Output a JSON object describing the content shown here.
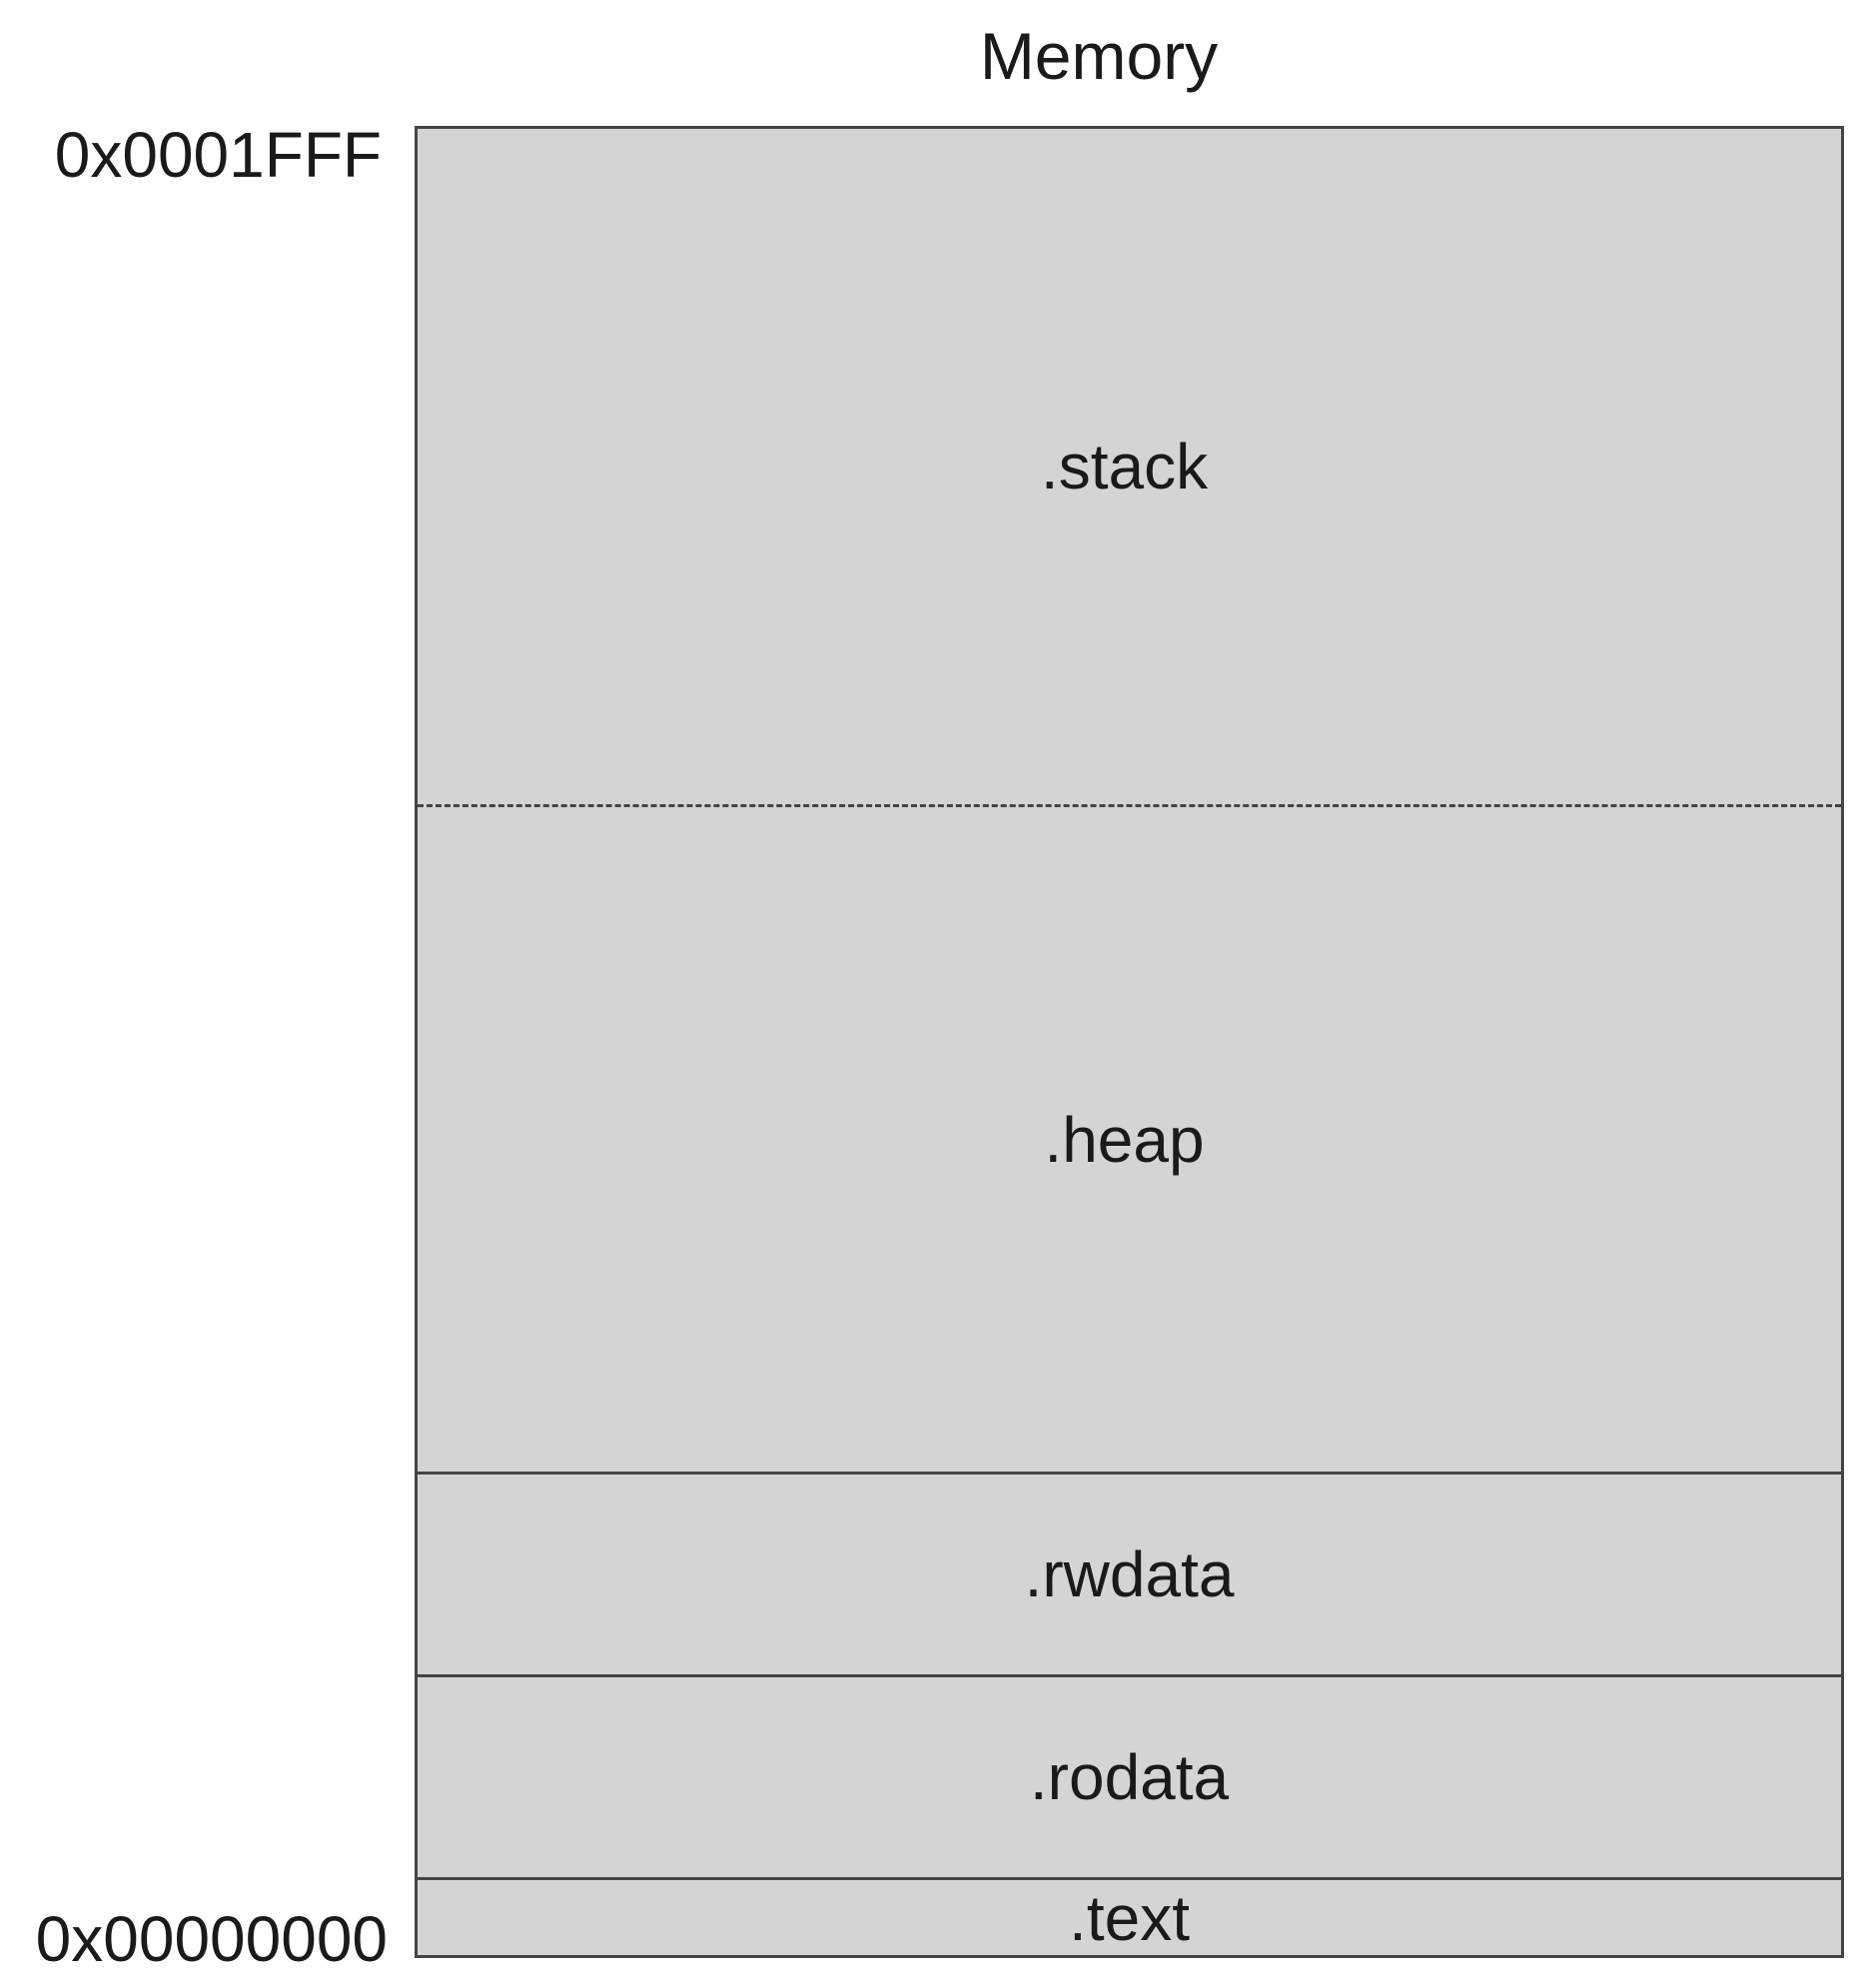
{
  "title": "Memory",
  "addresses": {
    "top": "0x0001FFF",
    "bottom": "0x00000000"
  },
  "segments": [
    {
      "label": ".stack"
    },
    {
      "label": ".heap"
    },
    {
      "label": ".rwdata"
    },
    {
      "label": ".rodata"
    },
    {
      "label": ".text"
    }
  ],
  "colors": {
    "block_fill": "#d3d4d6",
    "border": "#444444"
  }
}
